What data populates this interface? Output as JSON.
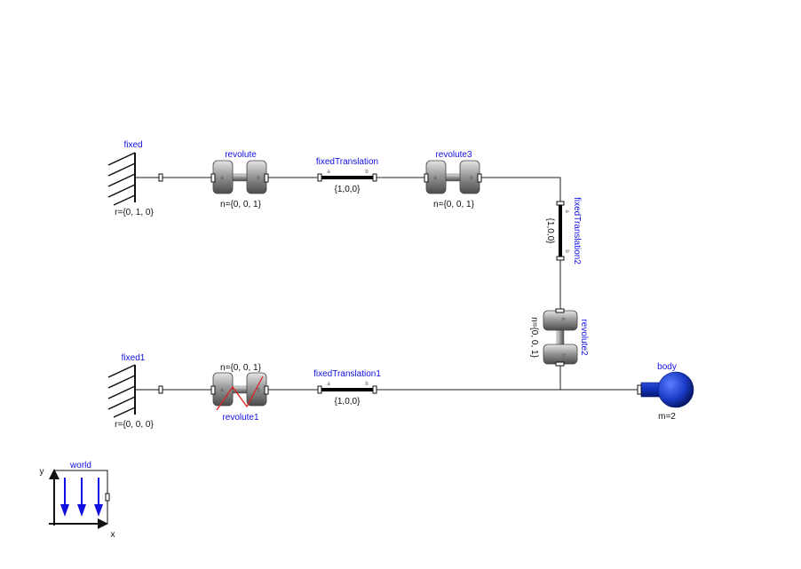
{
  "components": {
    "fixed": {
      "name": "fixed",
      "param": "r={0, 1, 0}"
    },
    "revolute": {
      "name": "revolute",
      "param": "n={0, 0, 1}",
      "port_a": "a",
      "port_b": "b"
    },
    "fixedTranslation": {
      "name": "fixedTranslation",
      "param": "{1,0,0}",
      "port_a": "a",
      "port_b": "b"
    },
    "revolute3": {
      "name": "revolute3",
      "param": "n={0, 0, 1}",
      "port_a": "a",
      "port_b": "b"
    },
    "fixedTranslation2": {
      "name": "fixedTranslation2",
      "param": "{1,0,0}",
      "port_a": "a",
      "port_b": "b"
    },
    "revolute2": {
      "name": "revolute2",
      "param": "n={0, 0, 1}",
      "port_a": "a",
      "port_b": "b"
    },
    "fixed1": {
      "name": "fixed1",
      "param": "r={0, 0, 0}"
    },
    "revolute1": {
      "name": "revolute1",
      "param": "n={0, 0, 1}",
      "port_a": "a",
      "port_b": "b"
    },
    "fixedTranslation1": {
      "name": "fixedTranslation1",
      "param": "{1,0,0}",
      "port_a": "a",
      "port_b": "b"
    },
    "body": {
      "name": "body",
      "param": "m=2"
    },
    "world": {
      "name": "world",
      "axis_x": "x",
      "axis_y": "y"
    }
  },
  "colors": {
    "label": "#1010e0",
    "text": "#111111",
    "joint_gray": "#8a8a8a",
    "body_blue": "#1a3cc8",
    "spring_red": "#dd2222",
    "gravity_arrow": "#1010e0"
  }
}
